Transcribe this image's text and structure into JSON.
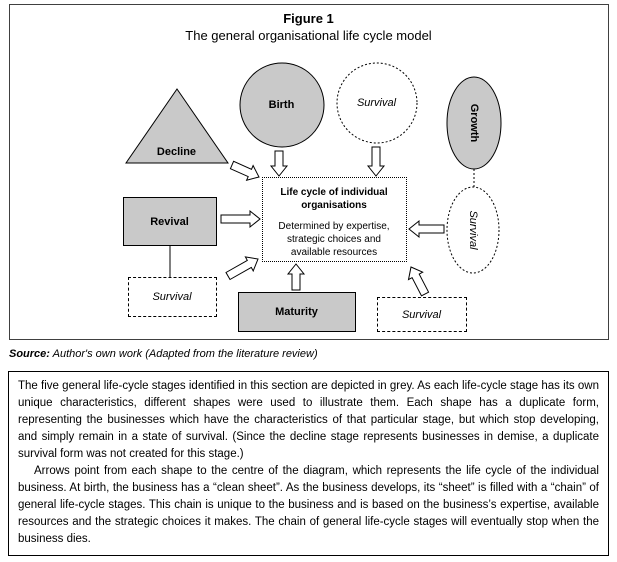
{
  "figure": {
    "title": "Figure 1",
    "subtitle": "The general organisational life cycle model"
  },
  "diagram": {
    "center": {
      "title": "Life cycle of individual organisations",
      "body": "Determined by expertise, strategic choices and available resources"
    },
    "shapes": {
      "decline": "Decline",
      "birth": "Birth",
      "survival_top": "Survival",
      "growth": "Growth",
      "survival_right": "Survival",
      "revival": "Revival",
      "survival_left": "Survival",
      "maturity": "Maturity",
      "survival_bottom": "Survival"
    },
    "colors": {
      "stage_fill": "#c9c9c9",
      "outline": "#000000",
      "background": "#ffffff"
    }
  },
  "source": {
    "label": "Source:",
    "text": " Author's own work (Adapted from the literature review)"
  },
  "notes": {
    "paragraph1": "The five general life-cycle stages identified in this section are depicted in grey. As each life-cycle stage has its own unique characteristics, different shapes were used to illustrate them. Each shape has a duplicate form, representing the businesses which have the characteristics of that particular stage, but which stop developing, and simply remain in a state of survival. (Since the decline stage represents businesses in demise, a duplicate survival form was not created for this stage.)",
    "paragraph2": "Arrows point from each shape to the centre of the diagram, which represents the life cycle of the individual business. At birth, the business has a “clean sheet”. As the business develops, its “sheet” is filled with a “chain” of general life-cycle stages. This chain is unique to the business and is based on the business’s expertise, available resources and the strategic choices it makes. The chain of general life-cycle stages will eventually stop when the business dies."
  }
}
